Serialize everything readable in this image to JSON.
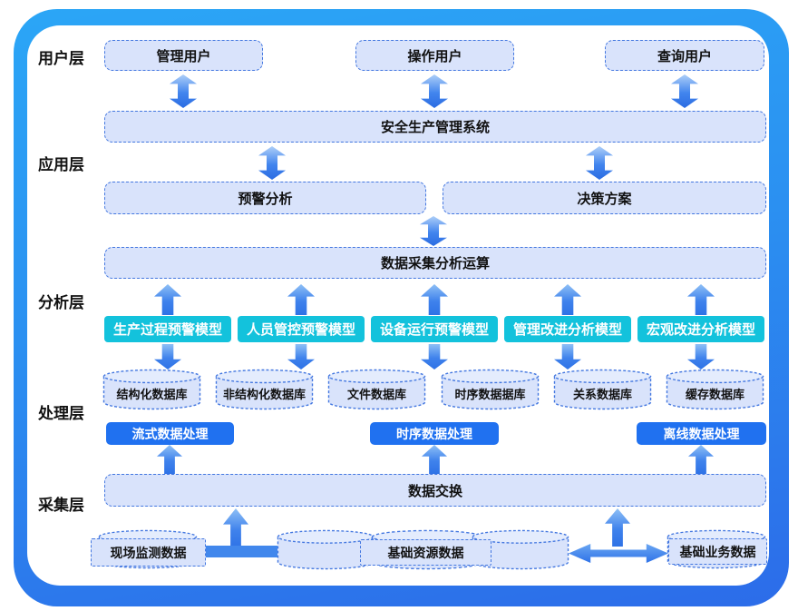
{
  "layers": {
    "user": "用户层",
    "app": "应用层",
    "analysis": "分析层",
    "process": "处理层",
    "collect": "采集层"
  },
  "user_layer": {
    "boxes": [
      "管理用户",
      "操作用户",
      "查询用户"
    ]
  },
  "app_layer": {
    "system": "安全生产管理系统",
    "warning": "预警分析",
    "decision": "决策方案"
  },
  "analysis_layer": {
    "compute": "数据采集分析运算",
    "models": [
      "生产过程预警模型",
      "人员管控预警模型",
      "设备运行预警模型",
      "管理改进分析模型",
      "宏观改进分析模型"
    ]
  },
  "process_layer": {
    "databases": [
      "结构化数据库",
      "非结构化数据库",
      "文件数据库",
      "时序数据据库",
      "关系数据库",
      "缓存数据库"
    ],
    "processing": [
      "流式数据处理",
      "时序数据处理",
      "离线数据处理"
    ]
  },
  "collect_layer": {
    "exchange": "数据交换",
    "sources": [
      "现场监测数据",
      "基础资源数据",
      "基础业务数据"
    ]
  },
  "colors": {
    "frame_gradient_top": "#2ba6f6",
    "frame_gradient_bottom": "#2c6ce9",
    "light_box_fill": "#d9e3fb",
    "dashed_border": "#4377e0",
    "model_teal": "#13c2dc",
    "processing_blue": "#2071f0",
    "arrow_blue": "#2e72e6"
  }
}
